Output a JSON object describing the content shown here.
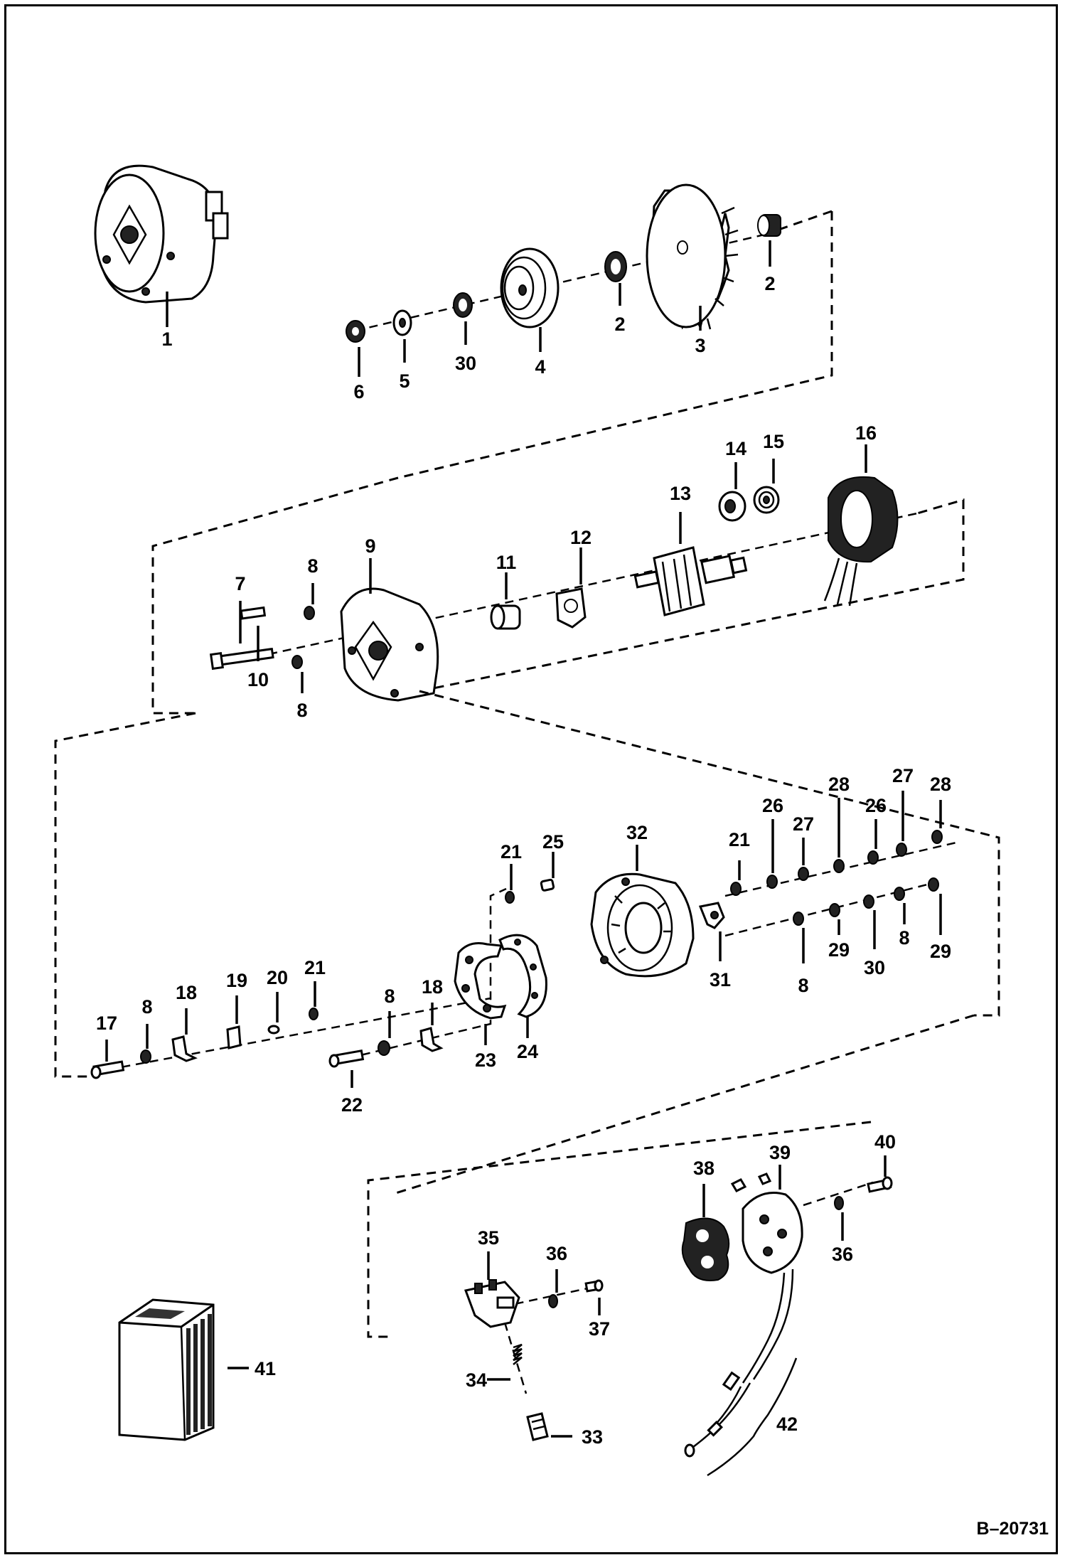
{
  "drawing_ref": "B–20731",
  "labels": {
    "p1": "1",
    "p2a": "2",
    "p2b": "2",
    "p3": "3",
    "p4": "4",
    "p5": "5",
    "p6": "6",
    "p30a": "30",
    "p7": "7",
    "p8a": "8",
    "p8b": "8",
    "p9": "9",
    "p10": "10",
    "p11": "11",
    "p12": "12",
    "p13": "13",
    "p14": "14",
    "p15": "15",
    "p16": "16",
    "p17": "17",
    "p8c": "8",
    "p18a": "18",
    "p19": "19",
    "p20": "20",
    "p21a": "21",
    "p8d": "8",
    "p18b": "18",
    "p22": "22",
    "p23": "23",
    "p24": "24",
    "p21b": "21",
    "p25": "25",
    "p32": "32",
    "p31": "31",
    "p21c": "21",
    "p26a": "26",
    "p27a": "27",
    "p28a": "28",
    "p26b": "26",
    "p27b": "27",
    "p28b": "28",
    "p8e": "8",
    "p29a": "29",
    "p30b": "30",
    "p8f": "8",
    "p29b": "29",
    "p35": "35",
    "p36a": "36",
    "p37": "37",
    "p34": "34",
    "p33": "33",
    "p38": "38",
    "p39": "39",
    "p40": "40",
    "p36b": "36",
    "p41": "41",
    "p42": "42"
  }
}
